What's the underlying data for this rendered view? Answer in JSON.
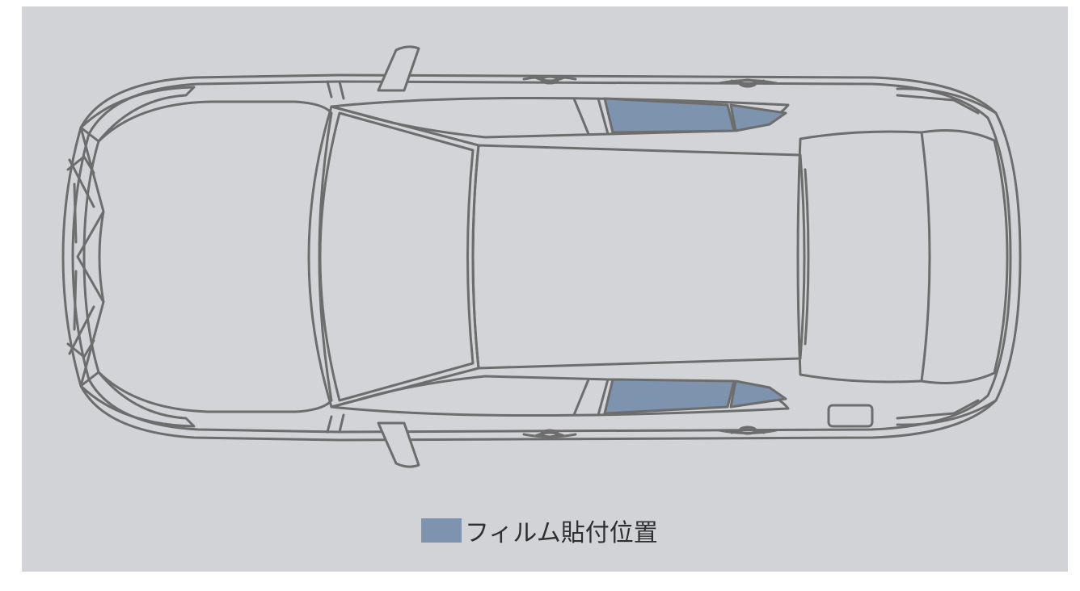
{
  "colors": {
    "panel_background": "#d2d3d6",
    "car_fill": "#d3d4d7",
    "car_outline": "#6d6d6d",
    "film_highlight": "#7d93ae"
  },
  "icons": {
    "car": "car-top-view-outline",
    "legend_swatch": "film-color-swatch"
  },
  "legend": {
    "label": "フィルム貼付位置"
  }
}
